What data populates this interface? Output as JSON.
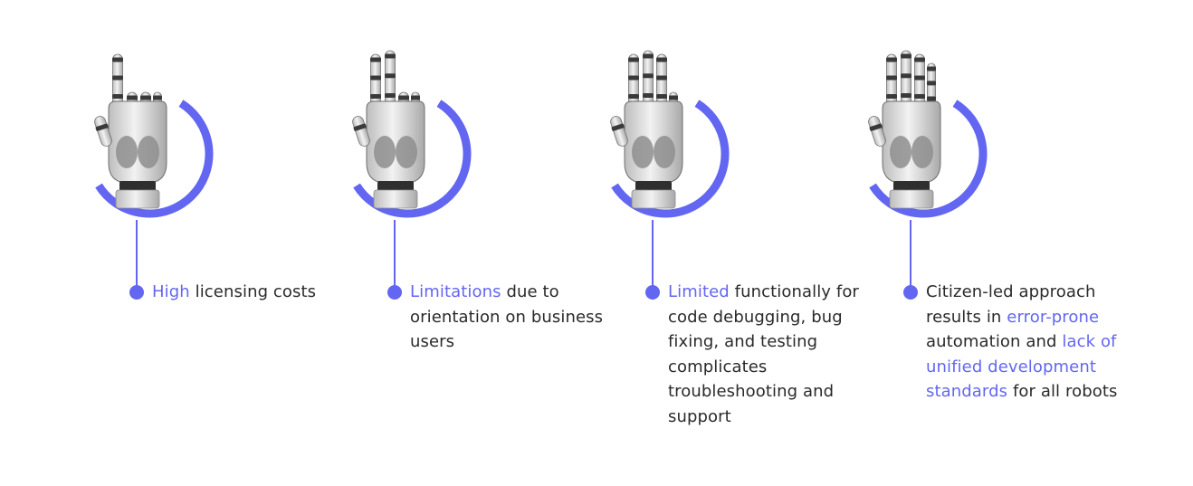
{
  "accent_color": "#6366f1",
  "text_color": "#2a2a2a",
  "items": [
    {
      "fingers_raised": 1,
      "icon": "robotic-hand-one-finger",
      "segments": [
        {
          "text": "High",
          "highlight": true
        },
        {
          "text": " licensing costs",
          "highlight": false
        }
      ]
    },
    {
      "fingers_raised": 2,
      "icon": "robotic-hand-two-fingers",
      "segments": [
        {
          "text": "Limitations",
          "highlight": true
        },
        {
          "text": " due to orientation on business users",
          "highlight": false
        }
      ]
    },
    {
      "fingers_raised": 3,
      "icon": "robotic-hand-three-fingers",
      "segments": [
        {
          "text": "Limited",
          "highlight": true
        },
        {
          "text": " functionally for code debugging, bug fixing, and testing complicates troubleshooting and support",
          "highlight": false
        }
      ]
    },
    {
      "fingers_raised": 4,
      "icon": "robotic-hand-four-fingers",
      "segments": [
        {
          "text": "Citizen-led approach results in ",
          "highlight": false
        },
        {
          "text": "error-prone",
          "highlight": true
        },
        {
          "text": " automation and ",
          "highlight": false
        },
        {
          "text": "lack of unified development standards",
          "highlight": true
        },
        {
          "text": " for all robots",
          "highlight": false
        }
      ]
    }
  ]
}
